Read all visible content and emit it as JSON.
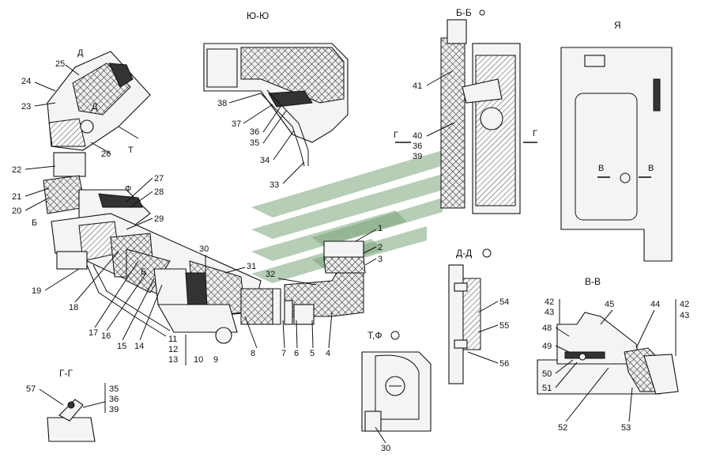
{
  "sections": {
    "yu": "Ю-Ю",
    "bb": "Б-Б",
    "ya": "Я",
    "dd": "Д-Д",
    "tf": "Т,Ф",
    "vv": "В-В",
    "gg": "Г-Г"
  },
  "arrows": {
    "d": "Д",
    "t": "Т",
    "f": "Ф",
    "b": "Б",
    "g": "Г",
    "v": "В"
  },
  "callouts": {
    "main": [
      "25",
      "24",
      "23",
      "26",
      "22",
      "21",
      "20",
      "27",
      "28",
      "29",
      "19",
      "18",
      "17",
      "16",
      "15",
      "14",
      "30",
      "31",
      "11",
      "12",
      "13",
      "10",
      "9",
      "8",
      "32",
      "7",
      "6",
      "5",
      "4",
      "1",
      "2",
      "3"
    ],
    "yu": [
      "38",
      "37",
      "36",
      "35",
      "34",
      "33"
    ],
    "bb": [
      "41",
      "40",
      "36",
      "39"
    ],
    "dd": [
      "54",
      "55",
      "56"
    ],
    "tf": [
      "30"
    ],
    "vv": [
      "42",
      "43",
      "45",
      "44",
      "42",
      "43",
      "48",
      "49",
      "50",
      "51",
      "52",
      "53"
    ],
    "gg": [
      "57",
      "35",
      "36",
      "39"
    ]
  }
}
